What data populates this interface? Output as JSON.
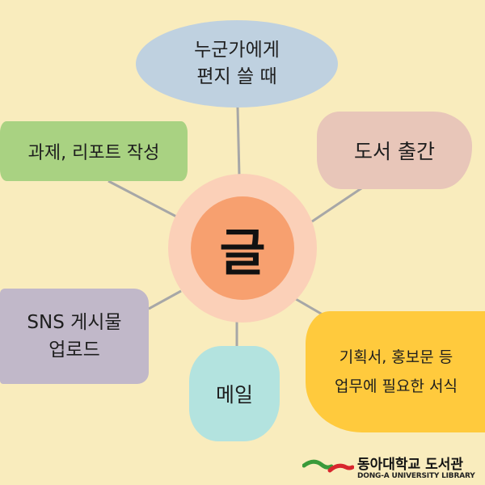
{
  "diagram": {
    "center": "글",
    "nodes": {
      "top": [
        "누군가에게",
        "편지 쓸 때"
      ],
      "left": "과제, 리포트 작성",
      "right": "도서 출간",
      "sns": [
        "SNS 게시물",
        "업로드"
      ],
      "mail": "메일",
      "plan": [
        "기획서, 홍보문 등",
        "업무에 필요한 서식"
      ]
    }
  },
  "logo": {
    "title": "동아대학교 도서관",
    "subtitle": "DONG-A UNIVERSITY LIBRARY",
    "colors": {
      "green": "#3a9a3a",
      "red": "#d8262d"
    }
  },
  "colors": {
    "background": "#f9ecbd",
    "connector": "#a7a7a7"
  }
}
